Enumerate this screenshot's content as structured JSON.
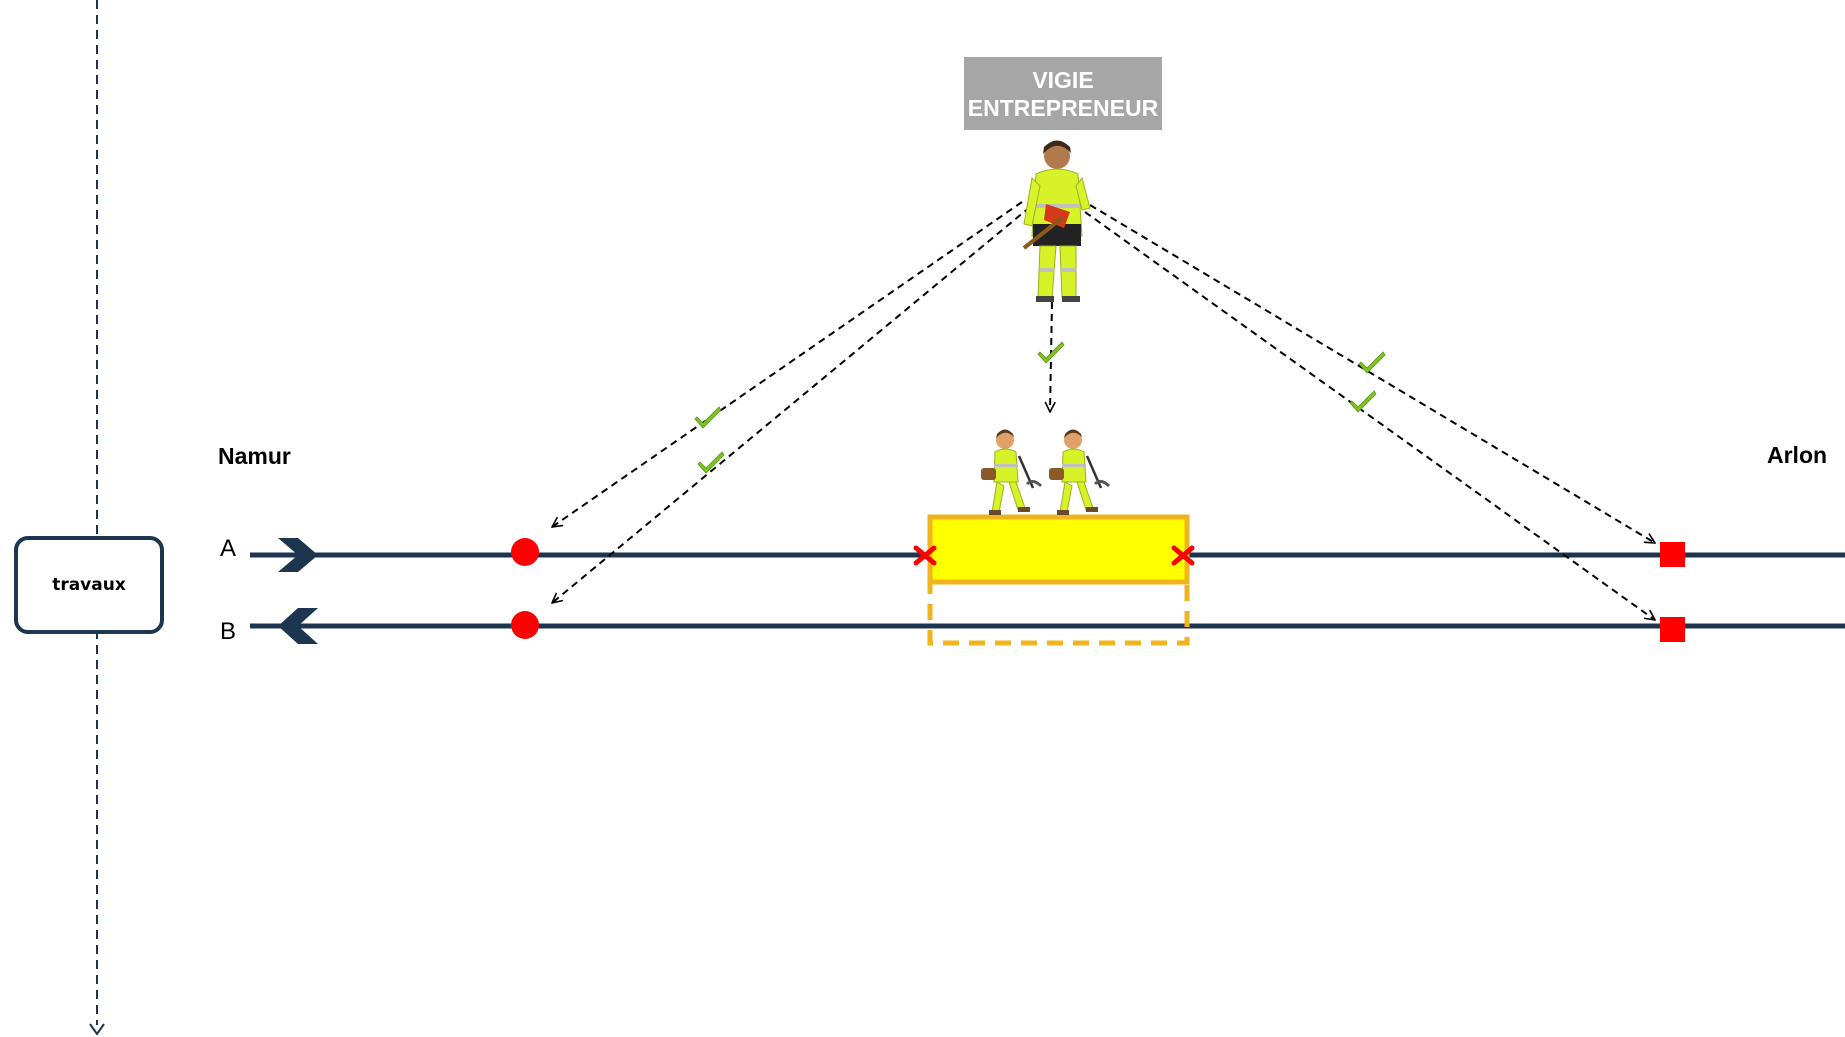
{
  "stage": {
    "label": "travaux"
  },
  "cities": {
    "left": "Namur",
    "right": "Arlon"
  },
  "tracks": {
    "a": "A",
    "b": "B"
  },
  "lookout": {
    "line1": "VIGIE",
    "line2": "ENTREPRENEUR"
  },
  "colors": {
    "track": "#1e3550",
    "signal": "#ff0000",
    "zone_fill": "#ffff00",
    "zone_border": "#f2b41e",
    "check": "#7cc623",
    "label_bg": "#a6a6a6",
    "vest": "#d8f22a"
  },
  "icons": {
    "lookout": "lookout-worker-icon",
    "workers": "track-worker-icon",
    "check": "check-icon",
    "signal_round": "red-circle-signal-icon",
    "signal_square": "red-square-signal-icon",
    "limit": "red-cross-icon"
  }
}
